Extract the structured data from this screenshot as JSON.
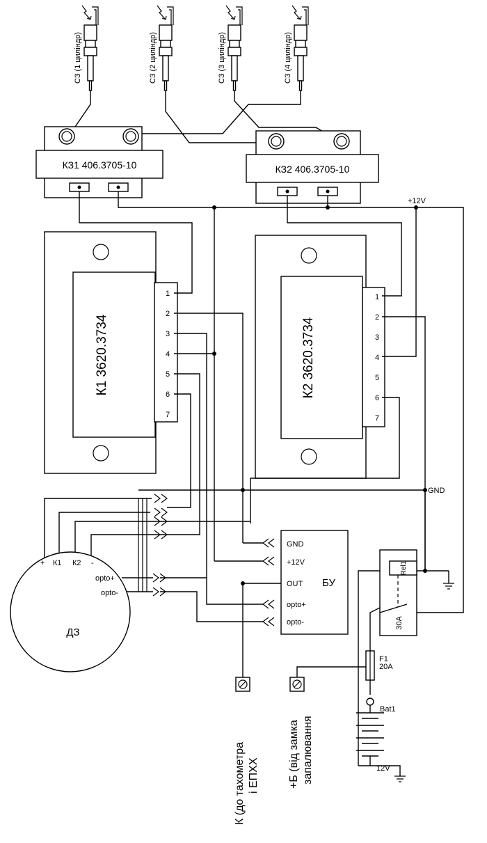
{
  "spark_plugs": [
    {
      "label": "СЗ (1 циліндр)"
    },
    {
      "label": "СЗ (2 циліндр)"
    },
    {
      "label": "СЗ (3 циліндр)"
    },
    {
      "label": "СЗ (4 циліндр)"
    }
  ],
  "coils": [
    {
      "label": "КЗ1  406.3705-10"
    },
    {
      "label": "КЗ2  406.3705-10"
    }
  ],
  "commutators": [
    {
      "label": "К1  3620.3734",
      "pins": [
        "1",
        "2",
        "3",
        "4",
        "5",
        "6",
        "7"
      ]
    },
    {
      "label": "К2  3620.3734",
      "pins": [
        "1",
        "2",
        "3",
        "4",
        "5",
        "6",
        "7"
      ]
    }
  ],
  "rails": {
    "plus12": "+12V",
    "gnd": "GND"
  },
  "sensor": {
    "label": "ДЗ",
    "pins": [
      "+",
      "К1",
      "К2",
      "-"
    ],
    "opto_plus": "opto+",
    "opto_minus": "opto-"
  },
  "control_unit": {
    "label": "БУ",
    "pins": [
      "GND",
      "+12V",
      "OUT",
      "opto+",
      "opto-"
    ]
  },
  "relay": {
    "coil": "Rel1",
    "contact": "30A"
  },
  "fuse": {
    "name": "F1",
    "rating": "20A"
  },
  "battery": {
    "name": "Bat1",
    "voltage": "12V"
  },
  "terminals": {
    "k_line1": "К (до тахометра",
    "k_line2": "і ЕПХХ",
    "b_line1": "+Б (від замка",
    "b_line2": "запалювання"
  }
}
